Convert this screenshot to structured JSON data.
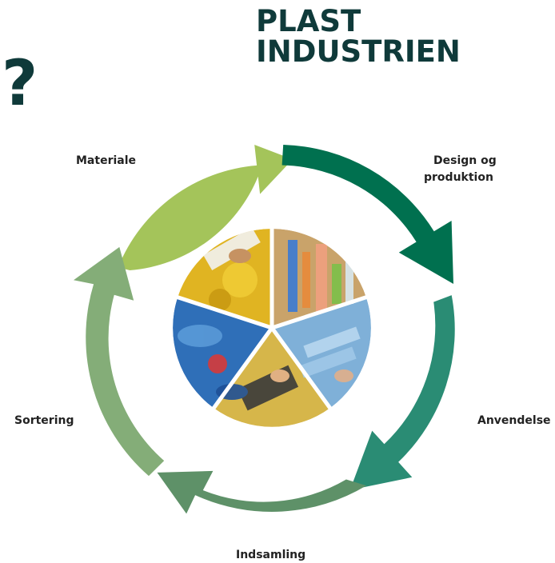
{
  "question_mark": "?",
  "brand": {
    "line1": "PLAST",
    "line2": "INDUSTRIEN"
  },
  "cycle": {
    "stages": [
      {
        "label": "Materiale",
        "color": "#a4c45a"
      },
      {
        "label": "Design og produktion",
        "color": "#00704f"
      },
      {
        "label": "Anvendelse",
        "color": "#2a8c74"
      },
      {
        "label": "Indsamling",
        "color": "#5e9168"
      },
      {
        "label": "Sortering",
        "color": "#84ad78"
      }
    ]
  },
  "photos": [
    {
      "name": "yellow-plastic-pellets-photo",
      "color": "#e0b422"
    },
    {
      "name": "plastic-bottles-shelf-photo",
      "color": "#c9a36a"
    },
    {
      "name": "water-bottles-photo",
      "color": "#7fb0d8"
    },
    {
      "name": "recycling-bin-photo",
      "color": "#d6b64a"
    },
    {
      "name": "blue-plastic-waste-photo",
      "color": "#2f6fb8"
    }
  ]
}
